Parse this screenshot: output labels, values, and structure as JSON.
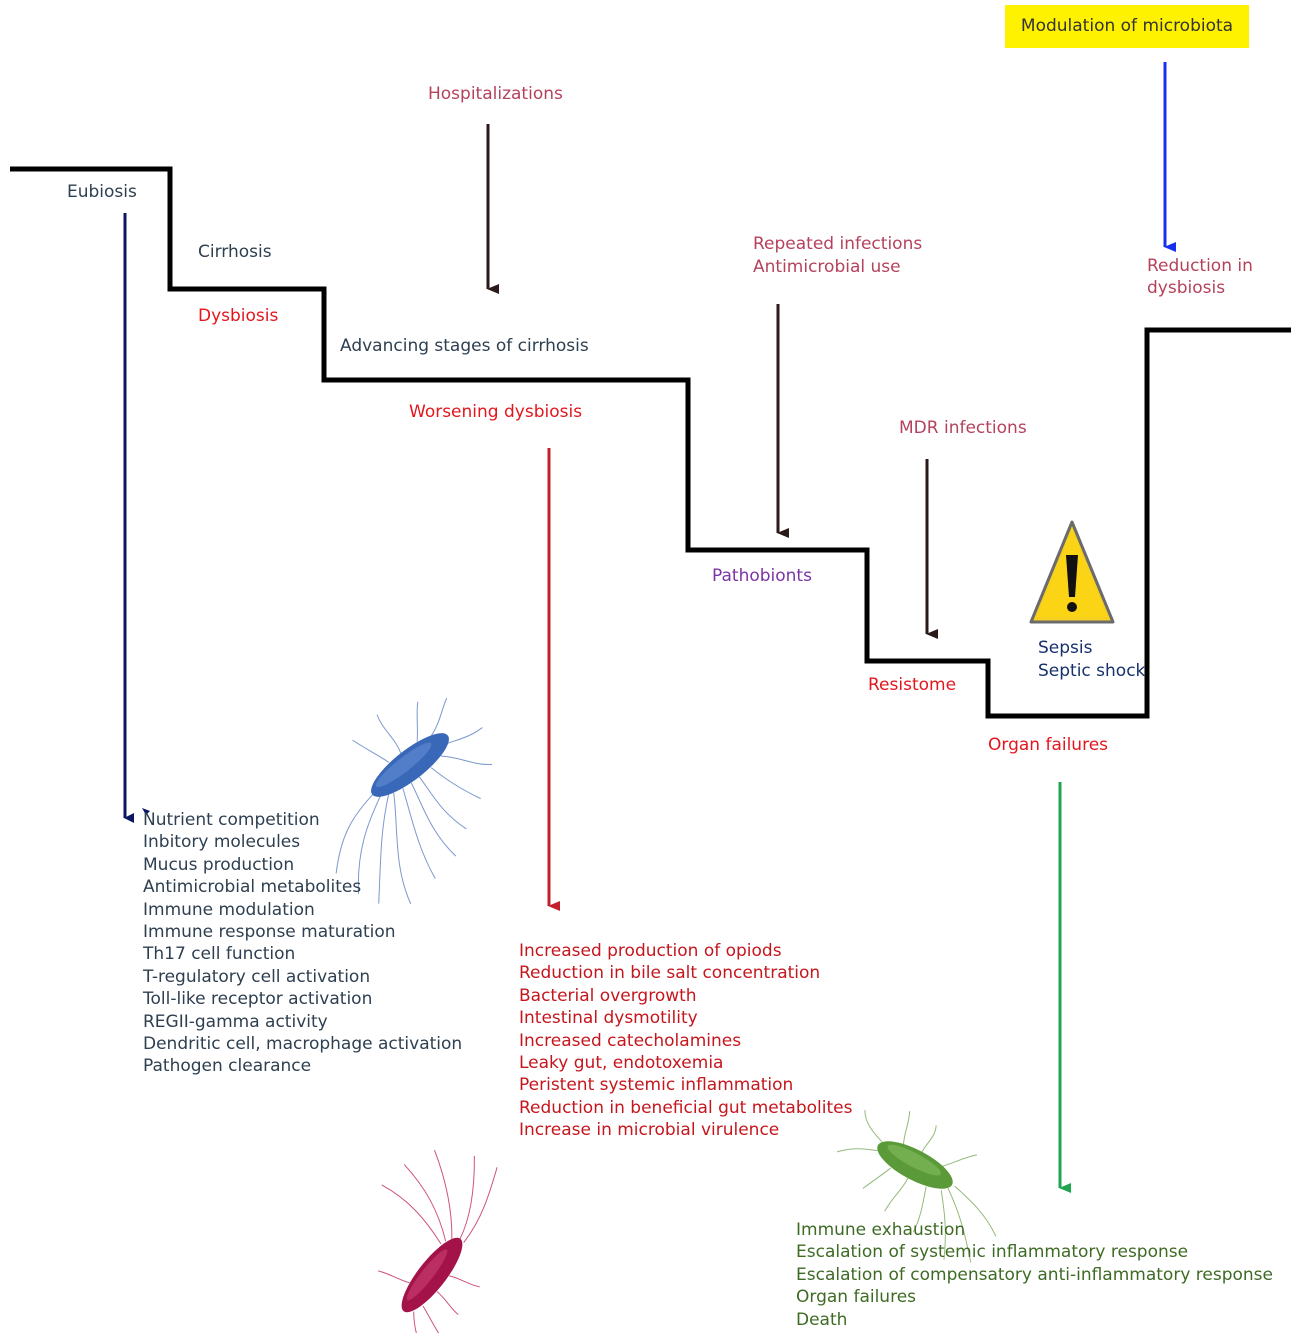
{
  "stages": {
    "eubiosis": "Eubiosis",
    "cirrhosis": "Cirrhosis",
    "dysbiosis": "Dysbiosis",
    "advancing": "Advancing stages of cirrhosis",
    "worsening": "Worsening dysbiosis",
    "pathobionts": "Pathobionts",
    "resistome": "Resistome",
    "organ_failures": "Organ failures",
    "sepsis": "Sepsis",
    "septic_shock": "Septic shock"
  },
  "triggers": {
    "hospitalizations": "Hospitalizations",
    "repeated_infections": "Repeated infections",
    "antimicrobial_use": "Antimicrobial use",
    "mdr_infections": "MDR infections",
    "modulation": "Modulation of microbiota",
    "reduction_line1": "Reduction in",
    "reduction_line2": "dysbiosis"
  },
  "eubiosis_effects": [
    "Nutrient competition",
    "Inbitory molecules",
    "Mucus production",
    "Antimicrobial metabolites",
    "Immune modulation",
    "Immune response maturation",
    "Th17 cell function",
    "T-regulatory cell activation",
    "Toll-like receptor activation",
    "REGII-gamma activity",
    "Dendritic cell, macrophage activation",
    "Pathogen clearance"
  ],
  "dysbiosis_effects": [
    "Increased production of opiods",
    "Reduction in bile salt concentration",
    "Bacterial overgrowth",
    "Intestinal dysmotility",
    "Increased catecholamines",
    "Leaky gut, endotoxemia",
    "Peristent systemic inflammation",
    "Reduction in beneficial gut metabolites",
    "Increase in microbial virulence"
  ],
  "organ_failure_effects": [
    "Immune exhaustion",
    "Escalation of systemic inflammatory response",
    "Escalation of compensatory anti-inflammatory response",
    "Organ failures",
    "Death"
  ],
  "colors": {
    "step_line": "#000000",
    "eubiosis_arrow": "#0b1763",
    "dysbiosis_arrow": "#c4202b",
    "trigger_arrow": "#2a1a1a",
    "modulation_arrow": "#1530ee",
    "failure_arrow": "#1fa550",
    "highlight": "#fff200"
  },
  "icons": {
    "bacteria_blue": "bacteria-icon",
    "bacteria_red": "bacteria-icon",
    "bacteria_green": "bacteria-icon",
    "warning": "warning-icon"
  }
}
